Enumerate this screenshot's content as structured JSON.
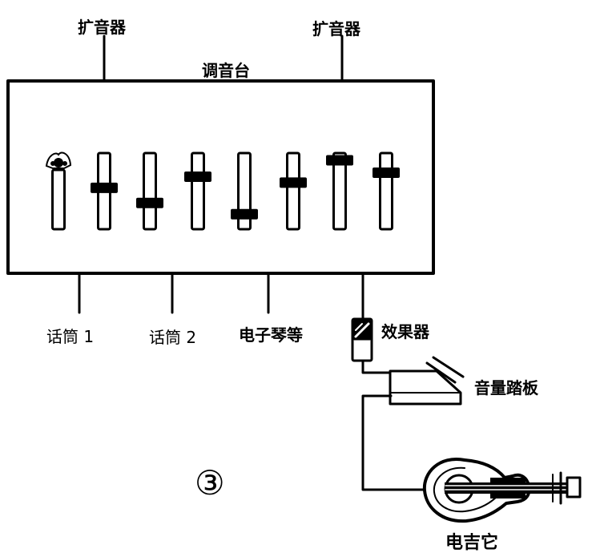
{
  "labels": {
    "amp_left": "扩音器",
    "amp_right": "扩音器",
    "mixer": "调音台",
    "mic1": "话筒 1",
    "mic2": "话筒 2",
    "keyboard": "电子琴等",
    "effects": "效果器",
    "volume_pedal": "音量踏板",
    "guitar": "电吉它",
    "figure_number": "③"
  },
  "faders": [
    {
      "level": 0.86
    },
    {
      "level": 0.55
    },
    {
      "level": 0.32
    },
    {
      "level": 0.72
    },
    {
      "level": 0.15
    },
    {
      "level": 0.63
    },
    {
      "level": 0.97
    },
    {
      "level": 0.78
    }
  ]
}
